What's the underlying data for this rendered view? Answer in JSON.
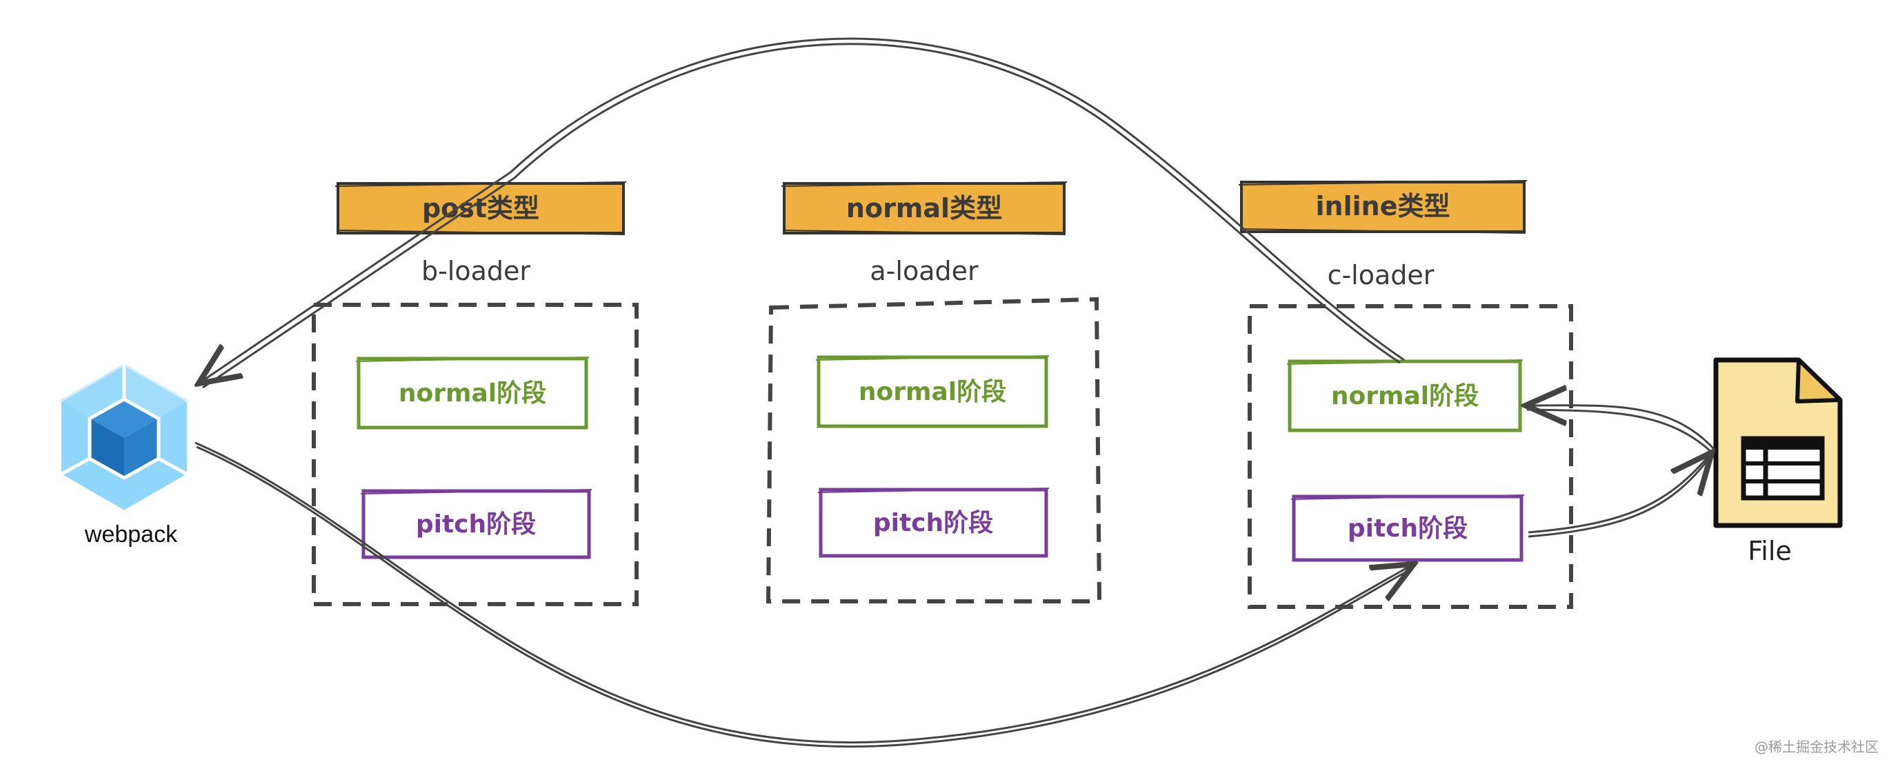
{
  "colors": {
    "type_header_fill": "#f0b03f",
    "normal_phase": "#6a9a2e",
    "pitch_phase": "#7a3d9c",
    "arrow": "#444444",
    "file_fill": "#f8e3a0",
    "webpack_light": "#8ed6fb",
    "webpack_dark": "#1c78c0"
  },
  "webpack": {
    "label": "webpack",
    "icon": "webpack-cube-icon"
  },
  "loaders": [
    {
      "type_label": "post类型",
      "loader_name": "b-loader",
      "normal_label": "normal阶段",
      "pitch_label": "pitch阶段"
    },
    {
      "type_label": "normal类型",
      "loader_name": "a-loader",
      "normal_label": "normal阶段",
      "pitch_label": "pitch阶段"
    },
    {
      "type_label": "inline类型",
      "loader_name": "c-loader",
      "normal_label": "normal阶段",
      "pitch_label": "pitch阶段"
    }
  ],
  "file": {
    "label": "File",
    "icon": "file-icon"
  },
  "watermark": "@稀土掘金技术社区"
}
